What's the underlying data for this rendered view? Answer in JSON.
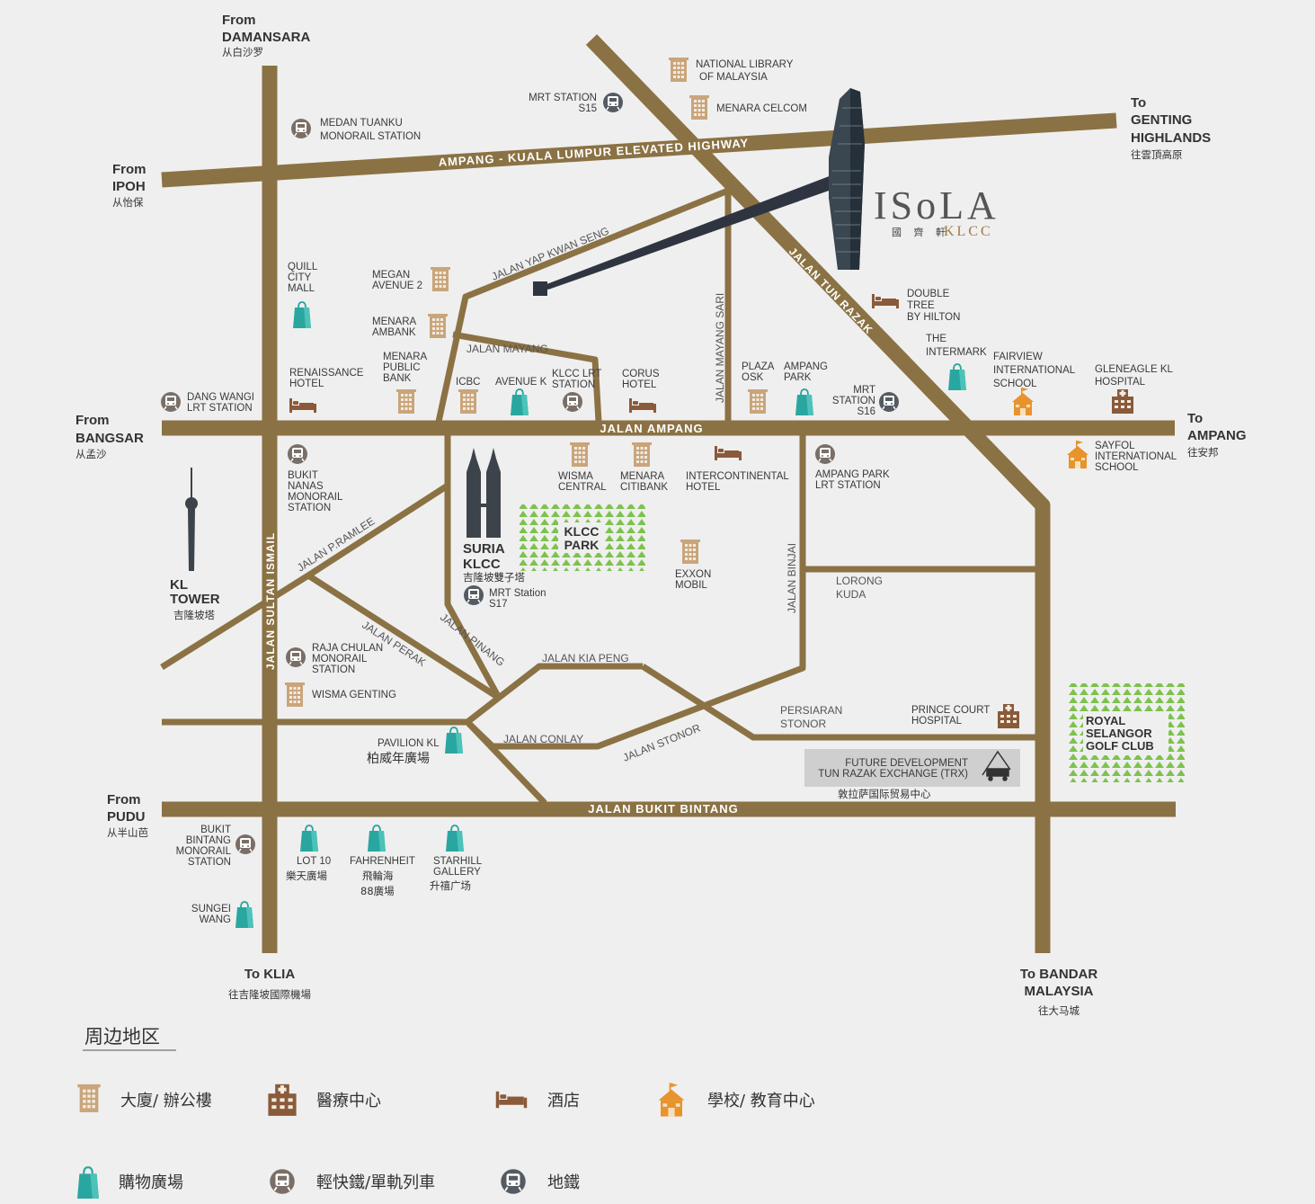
{
  "colors": {
    "road": "#8b7244",
    "building": "#c9a57c",
    "hotel": "#8a5a3a",
    "school": "#e8932c",
    "mall": "#2aa6a0",
    "monorail": "#7a6f68",
    "mrt": "#555b63",
    "park": "#7dc24e",
    "dark": "#2f3540"
  },
  "brand": {
    "name": "ISoLA",
    "sub_cn": "國 齊 軒",
    "sub_en": "KLCC"
  },
  "directions": [
    {
      "lines": [
        "From",
        "DAMANSARA"
      ],
      "cn": "从白沙罗"
    },
    {
      "lines": [
        "From",
        "IPOH"
      ],
      "cn": "从怡保"
    },
    {
      "lines": [
        "From",
        "BANGSAR"
      ],
      "cn": "从孟沙"
    },
    {
      "lines": [
        "From",
        "PUDU"
      ],
      "cn": "从半山芭"
    },
    {
      "lines": [
        "To",
        "GENTING",
        "HIGHLANDS"
      ],
      "cn": "往雲頂高原"
    },
    {
      "lines": [
        "To",
        "AMPANG"
      ],
      "cn": "往安邦"
    },
    {
      "lines": [
        "To KLIA"
      ],
      "cn": "往吉隆坡國際機場"
    },
    {
      "lines": [
        "To BANDAR",
        "MALAYSIA"
      ],
      "cn": "往大马城"
    }
  ],
  "roads": {
    "akleh": "AMPANG - KUALA LUMPUR ELEVATED HIGHWAY",
    "ampang": "JALAN AMPANG",
    "bukit_bintang": "JALAN BUKIT BINTANG",
    "tun_razak": "JALAN TUN RAZAK",
    "yap_kwan_seng": "JALAN YAP KWAN SENG",
    "mayang": "JALAN MAYANG",
    "mayang_sari": "JALAN MAYANG SARI",
    "sultan_ismail": "JALAN SULTAN ISMAIL",
    "p_ramlee": "JALAN P.RAMLEE",
    "perak": "JALAN PERAK",
    "pinang": "JALAN PINANG",
    "kia_peng": "JALAN KIA PENG",
    "conlay": "JALAN CONLAY",
    "stonor": "JALAN STONOR",
    "binjai": "JALAN BINJAI",
    "lorong_kuda": [
      "LORONG",
      "KUDA"
    ],
    "persiaran_stonor": [
      "PERSIARAN",
      "STONOR"
    ]
  },
  "places": {
    "national_library": [
      "NATIONAL LIBRARY",
      "OF MALAYSIA"
    ],
    "mrt_s15": [
      "MRT STATION",
      "S15"
    ],
    "menara_celcom": [
      "MENARA CELCOM"
    ],
    "medan_tuanku": [
      "MEDAN TUANKU",
      "MONORAIL STATION"
    ],
    "quill": [
      "QUILL",
      "CITY",
      "MALL"
    ],
    "megan": [
      "MEGAN",
      "AVENUE 2"
    ],
    "ambank": [
      "MENARA",
      "AMBANK"
    ],
    "public_bank": [
      "MENARA",
      "PUBLIC",
      "BANK"
    ],
    "renaissance": [
      "RENAISSANCE",
      "HOTEL"
    ],
    "dang_wangi": [
      "DANG WANGI",
      "LRT STATION"
    ],
    "icbc": [
      "ICBC"
    ],
    "avenue_k": [
      "AVENUE K"
    ],
    "klcc_lrt": [
      "KLCC LRT",
      "STATION"
    ],
    "corus": [
      "CORUS",
      "HOTEL"
    ],
    "plaza_osk": [
      "PLAZA",
      "OSK"
    ],
    "ampang_park": [
      "AMPANG",
      "PARK"
    ],
    "mrt_s16": [
      "MRT",
      "STATION",
      "S16"
    ],
    "doubletree": [
      "DOUBLE",
      "TREE",
      "BY HILTON"
    ],
    "intermark": [
      "THE",
      "INTERMARK"
    ],
    "fairview": [
      "FAIRVIEW",
      "INTERNATIONAL",
      "SCHOOL"
    ],
    "gleneagle": [
      "GLENEAGLE KL",
      "HOSPITAL"
    ],
    "sayfol": [
      "SAYFOL",
      "INTERNATIONAL",
      "SCHOOL"
    ],
    "bukit_nanas": [
      "BUKIT",
      "NANAS",
      "MONORAIL",
      "STATION"
    ],
    "wisma_central": [
      "WISMA",
      "CENTRAL"
    ],
    "citibank": [
      "MENARA",
      "CITIBANK"
    ],
    "intercontinental": [
      "INTERCONTINENTAL",
      "HOTEL"
    ],
    "ampang_park_lrt": [
      "AMPANG PARK",
      "LRT STATION"
    ],
    "suria": [
      "SURIA",
      "KLCC"
    ],
    "suria_cn": "吉隆坡雙子塔",
    "mrt_s17": [
      "MRT Station",
      "S17"
    ],
    "klcc_park": [
      "KLCC",
      "PARK"
    ],
    "exxon": [
      "EXXON",
      "MOBIL"
    ],
    "kl_tower": [
      "KL",
      "TOWER"
    ],
    "kl_tower_cn": "吉隆坡塔",
    "raja_chulan": [
      "RAJA CHULAN",
      "MONORAIL",
      "STATION"
    ],
    "wisma_genting": [
      "WISMA GENTING"
    ],
    "pavilion": [
      "PAVILION KL"
    ],
    "pavilion_cn": "柏威年廣場",
    "prince_court": [
      "PRINCE COURT",
      "HOSPITAL"
    ],
    "royal_selangor": [
      "ROYAL",
      "SELANGOR",
      "GOLF CLUB"
    ],
    "trx": [
      "FUTURE DEVELOPMENT",
      "TUN RAZAK EXCHANGE (TRX)"
    ],
    "trx_cn": "敦拉萨国际贸易中心",
    "bukit_bintang_mono": [
      "BUKIT",
      "BINTANG",
      "MONORAIL",
      "STATION"
    ],
    "sungei_wang": [
      "SUNGEI",
      "WANG"
    ],
    "lot10": [
      "LOT 10"
    ],
    "lot10_cn": "樂天廣場",
    "fahrenheit": [
      "FAHRENHEIT"
    ],
    "fahrenheit_cn": [
      "飛輪海",
      "88廣場"
    ],
    "starhill": [
      "STARHILL",
      "GALLERY"
    ],
    "starhill_cn": "升禧广场"
  },
  "legend": {
    "title": "周边地区",
    "items": [
      {
        "icon": "office-building-icon",
        "label": "大廈/ 辦公樓"
      },
      {
        "icon": "hospital-icon",
        "label": "醫療中心"
      },
      {
        "icon": "hotel-bed-icon",
        "label": "酒店"
      },
      {
        "icon": "school-icon",
        "label": "學校/ 教育中心"
      },
      {
        "icon": "shopping-bag-icon",
        "label": "購物廣場"
      },
      {
        "icon": "monorail-icon",
        "label": "輕快鐵/單軌列車"
      },
      {
        "icon": "mrt-icon",
        "label": "地鐵"
      }
    ]
  }
}
